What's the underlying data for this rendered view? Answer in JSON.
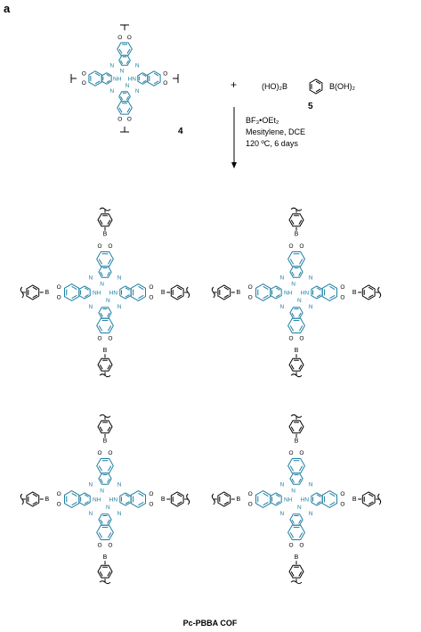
{
  "panel_label": "a",
  "monomer_4_label": "4",
  "monomer_5_label": "5",
  "plus": "+",
  "boronic_acid_left": "(HO)₂B",
  "boronic_acid_right": "B(OH)₂",
  "conditions": {
    "line1": "BF₃•OEt₂",
    "line2": "Mesitylene, DCE",
    "line3": "120 ºC, 6 days"
  },
  "atom_labels": {
    "N": "N",
    "NH": "NH",
    "HN": "HN",
    "O": "O",
    "B": "B"
  },
  "product_label": "Pc-PBBA COF",
  "colors": {
    "phthalocyanine": "#1f7fa3",
    "linker": "#000000"
  }
}
